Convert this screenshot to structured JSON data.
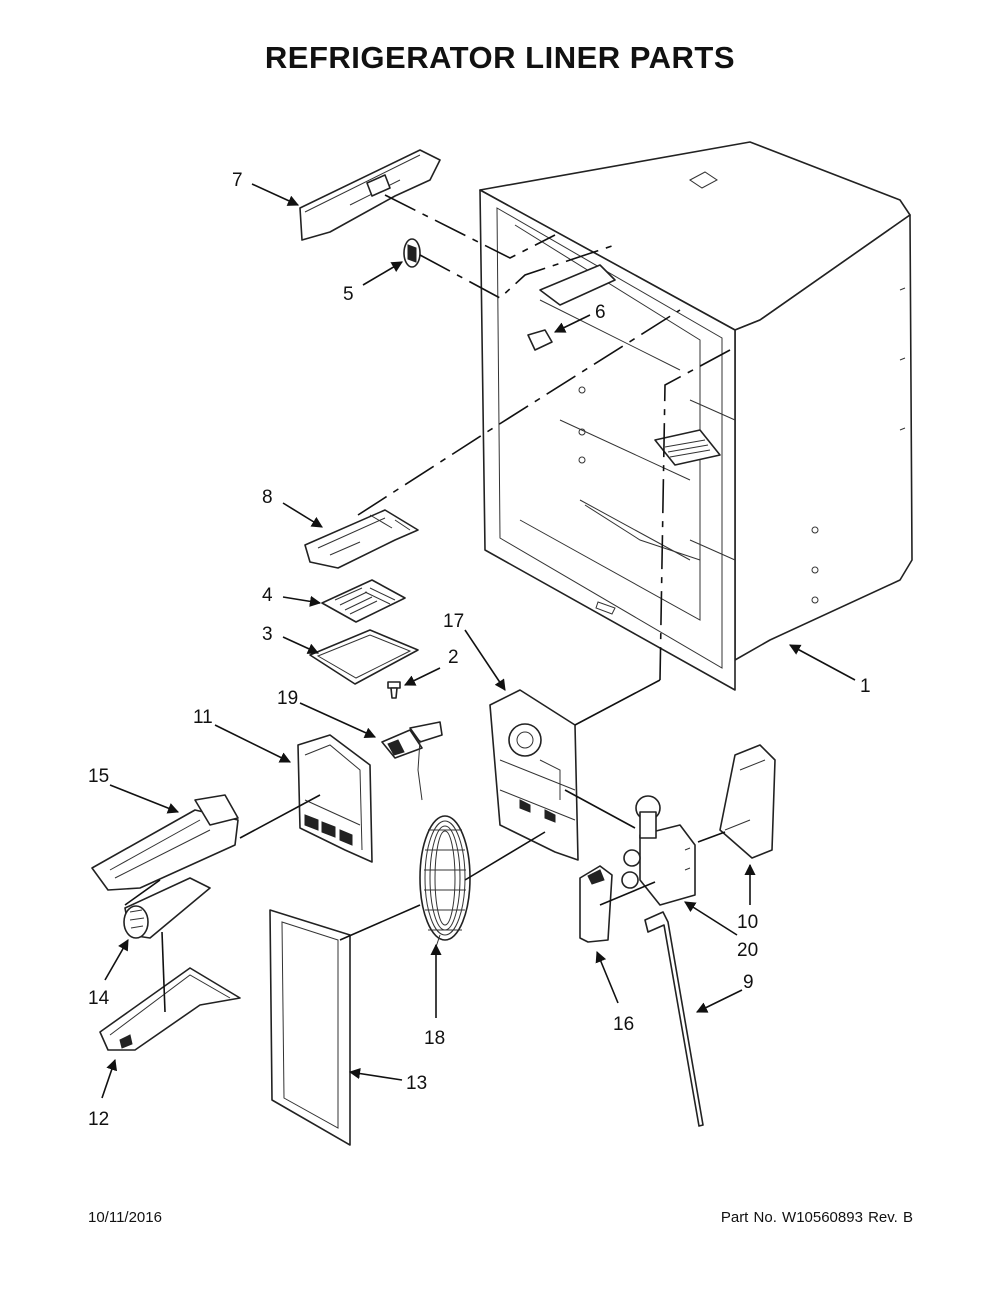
{
  "title": "REFRIGERATOR LINER PARTS",
  "footer": {
    "date": "10/11/2016",
    "part_number": "Part No.  W10560893  Rev.  B"
  },
  "callouts": {
    "c1": "1",
    "c2": "2",
    "c3": "3",
    "c4": "4",
    "c5": "5",
    "c6": "6",
    "c7": "7",
    "c8": "8",
    "c9": "9",
    "c10": "10",
    "c11": "11",
    "c12": "12",
    "c13": "13",
    "c14": "14",
    "c15": "15",
    "c16": "16",
    "c17": "17",
    "c18": "18",
    "c19": "19",
    "c20": "20"
  }
}
